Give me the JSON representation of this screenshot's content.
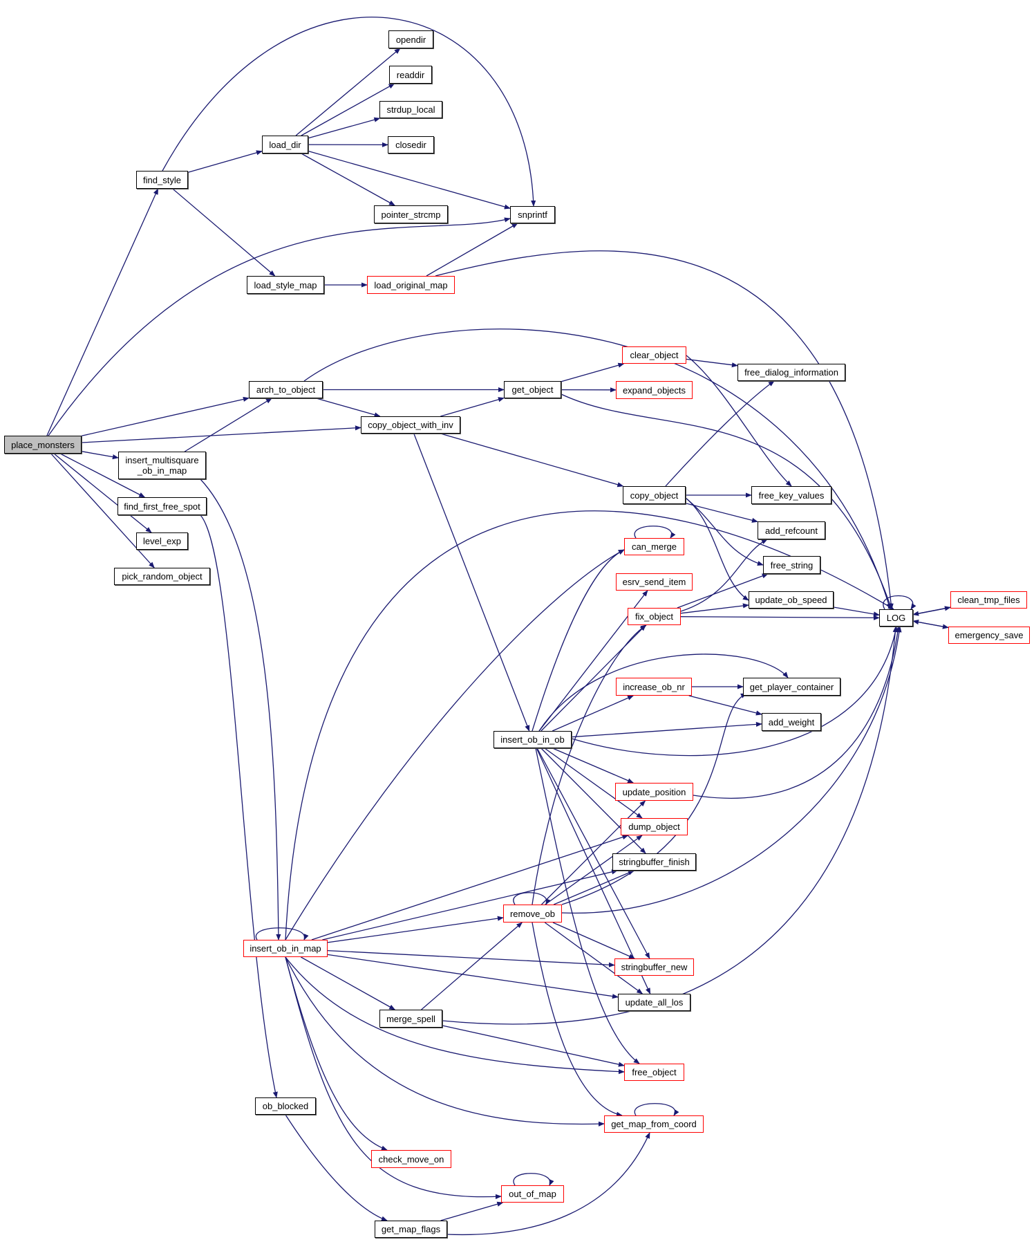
{
  "title": "place_monsters call graph",
  "colors": {
    "edge": "#191970",
    "node_border": "#000000",
    "node_border_link": "#ff0000",
    "root_fill": "#bfbfbf",
    "node_fill": "#ffffff"
  },
  "root": "place_monsters",
  "nodes": [
    {
      "id": "place_monsters",
      "label": "place_monsters",
      "style": "root"
    },
    {
      "id": "find_style",
      "label": "find_style",
      "style": "normal"
    },
    {
      "id": "load_dir",
      "label": "load_dir",
      "style": "normal"
    },
    {
      "id": "opendir",
      "label": "opendir",
      "style": "normal"
    },
    {
      "id": "readdir",
      "label": "readdir",
      "style": "normal"
    },
    {
      "id": "strdup_local",
      "label": "strdup_local",
      "style": "normal"
    },
    {
      "id": "closedir",
      "label": "closedir",
      "style": "normal"
    },
    {
      "id": "pointer_strcmp",
      "label": "pointer_strcmp",
      "style": "normal"
    },
    {
      "id": "snprintf",
      "label": "snprintf",
      "style": "normal"
    },
    {
      "id": "load_style_map",
      "label": "load_style_map",
      "style": "normal"
    },
    {
      "id": "load_original_map",
      "label": "load_original_map",
      "style": "red"
    },
    {
      "id": "arch_to_object",
      "label": "arch_to_object",
      "style": "normal"
    },
    {
      "id": "get_object",
      "label": "get_object",
      "style": "normal"
    },
    {
      "id": "clear_object",
      "label": "clear_object",
      "style": "red"
    },
    {
      "id": "expand_objects",
      "label": "expand_objects",
      "style": "red"
    },
    {
      "id": "free_dialog_information",
      "label": "free_dialog_information",
      "style": "normal"
    },
    {
      "id": "copy_object_with_inv",
      "label": "copy_object_with_inv",
      "style": "normal"
    },
    {
      "id": "copy_object",
      "label": "copy_object",
      "style": "normal"
    },
    {
      "id": "free_key_values",
      "label": "free_key_values",
      "style": "normal"
    },
    {
      "id": "add_refcount",
      "label": "add_refcount",
      "style": "normal"
    },
    {
      "id": "free_string",
      "label": "free_string",
      "style": "normal"
    },
    {
      "id": "update_ob_speed",
      "label": "update_ob_speed",
      "style": "normal"
    },
    {
      "id": "LOG",
      "label": "LOG",
      "style": "normal"
    },
    {
      "id": "clean_tmp_files",
      "label": "clean_tmp_files",
      "style": "red"
    },
    {
      "id": "emergency_save",
      "label": "emergency_save",
      "style": "red"
    },
    {
      "id": "can_merge",
      "label": "can_merge",
      "style": "red"
    },
    {
      "id": "esrv_send_item",
      "label": "esrv_send_item",
      "style": "red"
    },
    {
      "id": "fix_object",
      "label": "fix_object",
      "style": "red"
    },
    {
      "id": "increase_ob_nr",
      "label": "increase_ob_nr",
      "style": "red"
    },
    {
      "id": "get_player_container",
      "label": "get_player_container",
      "style": "normal"
    },
    {
      "id": "add_weight",
      "label": "add_weight",
      "style": "normal"
    },
    {
      "id": "insert_ob_in_ob",
      "label": "insert_ob_in_ob",
      "style": "normal"
    },
    {
      "id": "update_position",
      "label": "update_position",
      "style": "red"
    },
    {
      "id": "dump_object",
      "label": "dump_object",
      "style": "red"
    },
    {
      "id": "stringbuffer_finish",
      "label": "stringbuffer_finish",
      "style": "normal"
    },
    {
      "id": "remove_ob",
      "label": "remove_ob",
      "style": "red"
    },
    {
      "id": "stringbuffer_new",
      "label": "stringbuffer_new",
      "style": "red"
    },
    {
      "id": "update_all_los",
      "label": "update_all_los",
      "style": "normal"
    },
    {
      "id": "free_object",
      "label": "free_object",
      "style": "red"
    },
    {
      "id": "get_map_from_coord",
      "label": "get_map_from_coord",
      "style": "red"
    },
    {
      "id": "insert_multisquare_ob_in_map",
      "label": "insert_multisquare\n_ob_in_map",
      "style": "normal"
    },
    {
      "id": "find_first_free_spot",
      "label": "find_first_free_spot",
      "style": "normal"
    },
    {
      "id": "level_exp",
      "label": "level_exp",
      "style": "normal"
    },
    {
      "id": "pick_random_object",
      "label": "pick_random_object",
      "style": "normal"
    },
    {
      "id": "insert_ob_in_map",
      "label": "insert_ob_in_map",
      "style": "red"
    },
    {
      "id": "merge_spell",
      "label": "merge_spell",
      "style": "normal"
    },
    {
      "id": "ob_blocked",
      "label": "ob_blocked",
      "style": "normal"
    },
    {
      "id": "check_move_on",
      "label": "check_move_on",
      "style": "red"
    },
    {
      "id": "out_of_map",
      "label": "out_of_map",
      "style": "red"
    },
    {
      "id": "get_map_flags",
      "label": "get_map_flags",
      "style": "normal"
    }
  ],
  "edges": [
    [
      "place_monsters",
      "find_style"
    ],
    [
      "place_monsters",
      "snprintf"
    ],
    [
      "place_monsters",
      "arch_to_object"
    ],
    [
      "place_monsters",
      "copy_object_with_inv"
    ],
    [
      "place_monsters",
      "insert_multisquare_ob_in_map"
    ],
    [
      "place_monsters",
      "find_first_free_spot"
    ],
    [
      "place_monsters",
      "level_exp"
    ],
    [
      "place_monsters",
      "pick_random_object"
    ],
    [
      "find_style",
      "load_dir"
    ],
    [
      "find_style",
      "snprintf"
    ],
    [
      "find_style",
      "load_style_map"
    ],
    [
      "load_dir",
      "opendir"
    ],
    [
      "load_dir",
      "readdir"
    ],
    [
      "load_dir",
      "strdup_local"
    ],
    [
      "load_dir",
      "closedir"
    ],
    [
      "load_dir",
      "pointer_strcmp"
    ],
    [
      "load_dir",
      "snprintf"
    ],
    [
      "load_style_map",
      "load_original_map"
    ],
    [
      "load_original_map",
      "snprintf"
    ],
    [
      "load_original_map",
      "LOG"
    ],
    [
      "arch_to_object",
      "get_object"
    ],
    [
      "arch_to_object",
      "copy_object_with_inv"
    ],
    [
      "arch_to_object",
      "LOG"
    ],
    [
      "get_object",
      "clear_object"
    ],
    [
      "get_object",
      "expand_objects"
    ],
    [
      "get_object",
      "LOG"
    ],
    [
      "clear_object",
      "free_dialog_information"
    ],
    [
      "clear_object",
      "free_key_values"
    ],
    [
      "copy_object_with_inv",
      "get_object"
    ],
    [
      "copy_object_with_inv",
      "copy_object"
    ],
    [
      "copy_object_with_inv",
      "insert_ob_in_ob"
    ],
    [
      "copy_object",
      "free_dialog_information"
    ],
    [
      "copy_object",
      "free_key_values"
    ],
    [
      "copy_object",
      "add_refcount"
    ],
    [
      "copy_object",
      "free_string"
    ],
    [
      "copy_object",
      "update_ob_speed"
    ],
    [
      "update_ob_speed",
      "LOG"
    ],
    [
      "LOG",
      "LOG"
    ],
    [
      "LOG",
      "clean_tmp_files"
    ],
    [
      "LOG",
      "emergency_save"
    ],
    [
      "clean_tmp_files",
      "LOG"
    ],
    [
      "emergency_save",
      "LOG"
    ],
    [
      "can_merge",
      "can_merge"
    ],
    [
      "fix_object",
      "add_refcount"
    ],
    [
      "fix_object",
      "free_string"
    ],
    [
      "fix_object",
      "update_ob_speed"
    ],
    [
      "fix_object",
      "LOG"
    ],
    [
      "increase_ob_nr",
      "get_player_container"
    ],
    [
      "increase_ob_nr",
      "add_weight"
    ],
    [
      "insert_ob_in_ob",
      "can_merge"
    ],
    [
      "insert_ob_in_ob",
      "esrv_send_item"
    ],
    [
      "insert_ob_in_ob",
      "fix_object"
    ],
    [
      "insert_ob_in_ob",
      "get_player_container"
    ],
    [
      "insert_ob_in_ob",
      "increase_ob_nr"
    ],
    [
      "insert_ob_in_ob",
      "add_weight"
    ],
    [
      "insert_ob_in_ob",
      "LOG"
    ],
    [
      "insert_ob_in_ob",
      "update_position"
    ],
    [
      "insert_ob_in_ob",
      "dump_object"
    ],
    [
      "insert_ob_in_ob",
      "stringbuffer_finish"
    ],
    [
      "insert_ob_in_ob",
      "stringbuffer_new"
    ],
    [
      "insert_ob_in_ob",
      "update_all_los"
    ],
    [
      "insert_ob_in_ob",
      "free_object"
    ],
    [
      "update_position",
      "LOG"
    ],
    [
      "remove_ob",
      "remove_ob"
    ],
    [
      "remove_ob",
      "fix_object"
    ],
    [
      "remove_ob",
      "update_position"
    ],
    [
      "remove_ob",
      "dump_object"
    ],
    [
      "remove_ob",
      "stringbuffer_finish"
    ],
    [
      "remove_ob",
      "get_player_container"
    ],
    [
      "remove_ob",
      "LOG"
    ],
    [
      "remove_ob",
      "stringbuffer_new"
    ],
    [
      "remove_ob",
      "update_all_los"
    ],
    [
      "remove_ob",
      "get_map_from_coord"
    ],
    [
      "get_map_from_coord",
      "get_map_from_coord"
    ],
    [
      "insert_multisquare_ob_in_map",
      "arch_to_object"
    ],
    [
      "insert_multisquare_ob_in_map",
      "insert_ob_in_map"
    ],
    [
      "find_first_free_spot",
      "ob_blocked"
    ],
    [
      "insert_ob_in_map",
      "insert_ob_in_map"
    ],
    [
      "insert_ob_in_map",
      "can_merge"
    ],
    [
      "insert_ob_in_map",
      "LOG"
    ],
    [
      "insert_ob_in_map",
      "dump_object"
    ],
    [
      "insert_ob_in_map",
      "stringbuffer_finish"
    ],
    [
      "insert_ob_in_map",
      "remove_ob"
    ],
    [
      "insert_ob_in_map",
      "stringbuffer_new"
    ],
    [
      "insert_ob_in_map",
      "update_all_los"
    ],
    [
      "insert_ob_in_map",
      "merge_spell"
    ],
    [
      "insert_ob_in_map",
      "free_object"
    ],
    [
      "insert_ob_in_map",
      "get_map_from_coord"
    ],
    [
      "insert_ob_in_map",
      "check_move_on"
    ],
    [
      "insert_ob_in_map",
      "out_of_map"
    ],
    [
      "merge_spell",
      "remove_ob"
    ],
    [
      "merge_spell",
      "free_object"
    ],
    [
      "merge_spell",
      "LOG"
    ],
    [
      "ob_blocked",
      "get_map_flags"
    ],
    [
      "get_map_flags",
      "out_of_map"
    ],
    [
      "get_map_flags",
      "get_map_from_coord"
    ],
    [
      "out_of_map",
      "out_of_map"
    ]
  ]
}
